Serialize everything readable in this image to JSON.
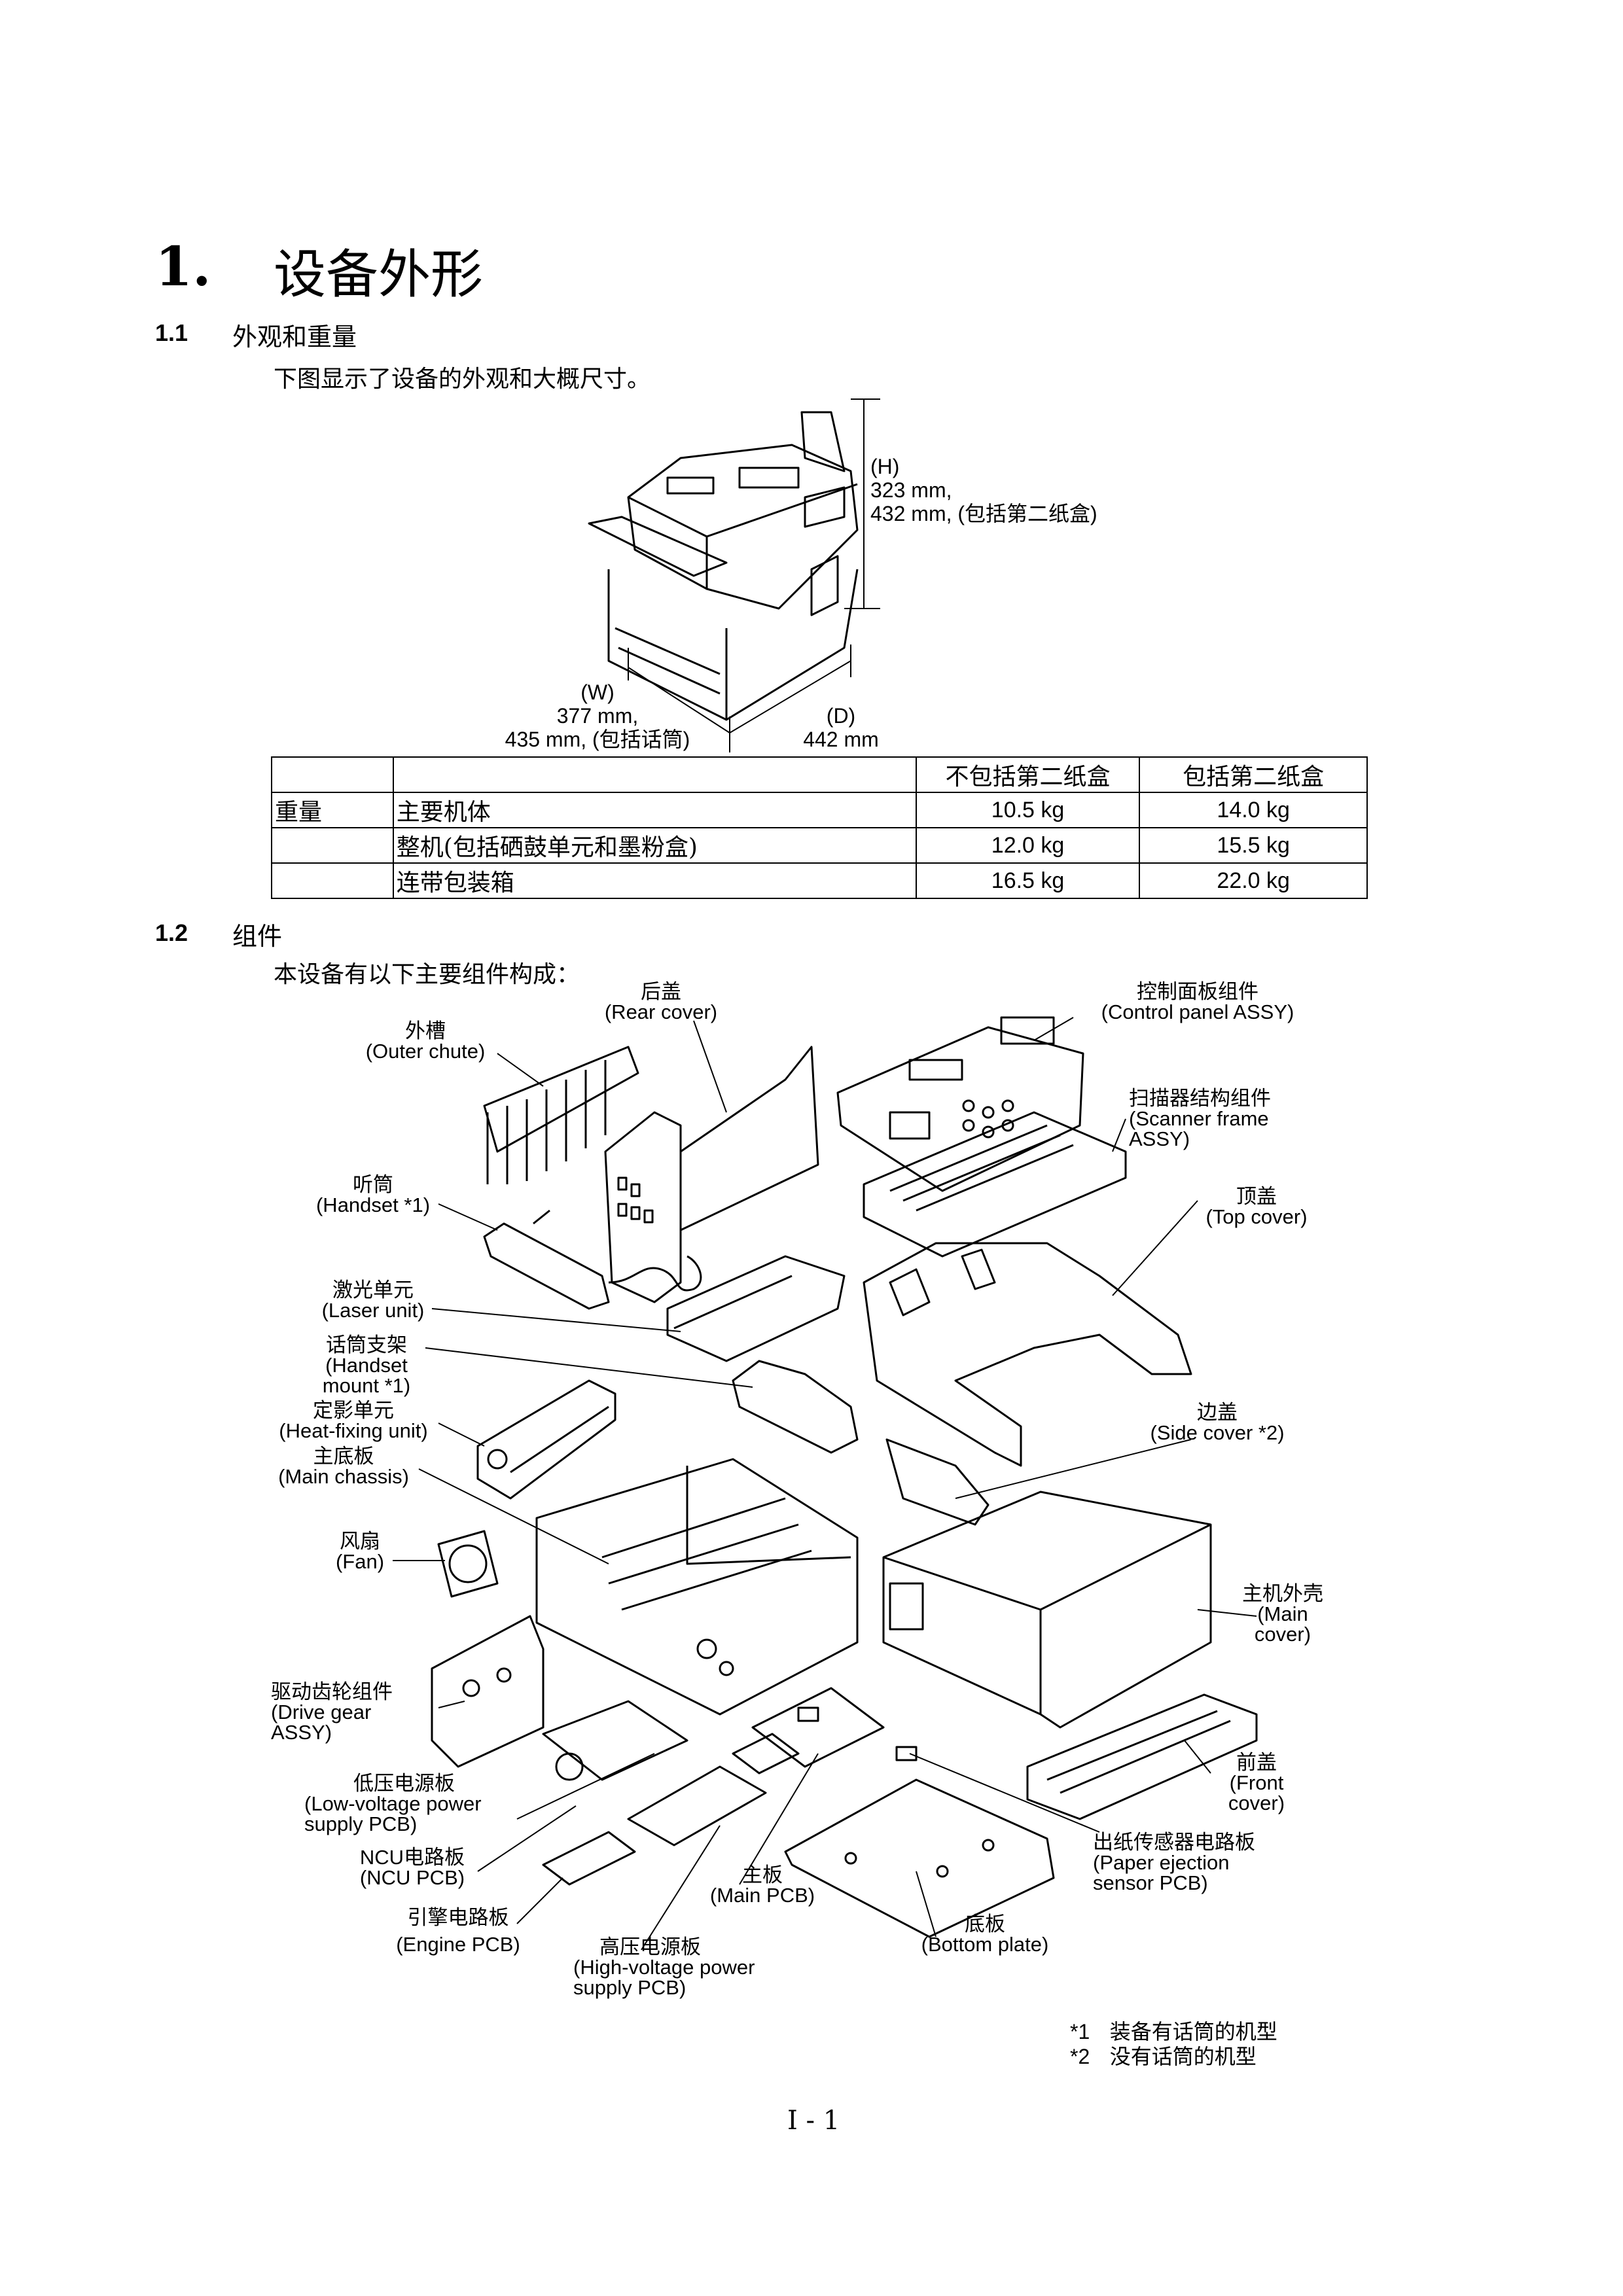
{
  "section1": {
    "number": "1.",
    "title": "设备外形"
  },
  "section1_1": {
    "number": "1.1",
    "title": "外观和重量",
    "intro": "下图显示了设备的外观和大概尺寸。",
    "dims": {
      "h_line1": "(H)",
      "h_line2": "323 mm,",
      "h_line3": "432 mm, (包括第二纸盒)",
      "w_line1": "(W)",
      "w_line2": "377 mm,",
      "w_line3": "435 mm, (包括话筒)",
      "d_line1": "(D)",
      "d_line2": "442 mm"
    },
    "table": {
      "headers": [
        "",
        "",
        "不包括第二纸盒",
        "包括第二纸盒"
      ],
      "rows": [
        [
          "重量",
          "主要机体",
          "10.5 kg",
          "14.0 kg"
        ],
        [
          "",
          "整机(包括硒鼓单元和墨粉盒)",
          "12.0 kg",
          "15.5 kg"
        ],
        [
          "",
          "连带包装箱",
          "16.5 kg",
          "22.0 kg"
        ]
      ]
    }
  },
  "section1_2": {
    "number": "1.2",
    "title": "组件",
    "intro": "本设备有以下主要组件构成：",
    "labels": {
      "rear_cover_cn": "后盖",
      "rear_cover_en": "(Rear cover)",
      "control_panel_cn": "控制面板组件",
      "control_panel_en": "(Control panel ASSY)",
      "outer_chute_cn": "外槽",
      "outer_chute_en": "(Outer chute)",
      "scanner_cn": "扫描器结构组件",
      "scanner_en1": "(Scanner frame",
      "scanner_en2": "ASSY)",
      "handset_cn": "听筒",
      "handset_en": "(Handset *1)",
      "top_cover_cn": "顶盖",
      "top_cover_en": "(Top cover)",
      "laser_cn": "激光单元",
      "laser_en": "(Laser unit)",
      "handset_mount_cn": "话筒支架",
      "handset_mount_en1": "(Handset",
      "handset_mount_en2": "mount *1)",
      "heat_fixing_cn": "定影单元",
      "heat_fixing_en": "(Heat-fixing unit)",
      "side_cover_cn": "边盖",
      "side_cover_en": "(Side cover *2)",
      "main_chassis_cn": "主底板",
      "main_chassis_en": "(Main chassis)",
      "fan_cn": "风扇",
      "fan_en": "(Fan)",
      "main_cover_cn": "主机外壳",
      "main_cover_en1": "(Main",
      "main_cover_en2": "cover)",
      "drive_gear_cn": "驱动齿轮组件",
      "drive_gear_en1": "(Drive gear",
      "drive_gear_en2": "ASSY)",
      "front_cover_cn": "前盖",
      "front_cover_en1": "(Front",
      "front_cover_en2": "cover)",
      "lv_cn": "低压电源板",
      "lv_en1": "(Low-voltage power",
      "lv_en2": "supply PCB)",
      "ncu_cn": "NCU电路板",
      "ncu_en": "(NCU PCB)",
      "paper_eject_cn": "出纸传感器电路板",
      "paper_eject_en1": "(Paper ejection",
      "paper_eject_en2": "sensor PCB)",
      "main_pcb_cn": "主板",
      "main_pcb_en": "(Main PCB)",
      "engine_cn": "引擎电路板",
      "engine_en": "(Engine PCB)",
      "hv_cn": "高压电源板",
      "hv_en1": "(High-voltage power",
      "hv_en2": "supply PCB)",
      "bottom_cn": "底板",
      "bottom_en": "(Bottom plate)"
    }
  },
  "footnotes": [
    {
      "mark": "*1",
      "text": "装备有话筒的机型"
    },
    {
      "mark": "*2",
      "text": "没有话筒的机型"
    }
  ],
  "page_number": "I - 1"
}
